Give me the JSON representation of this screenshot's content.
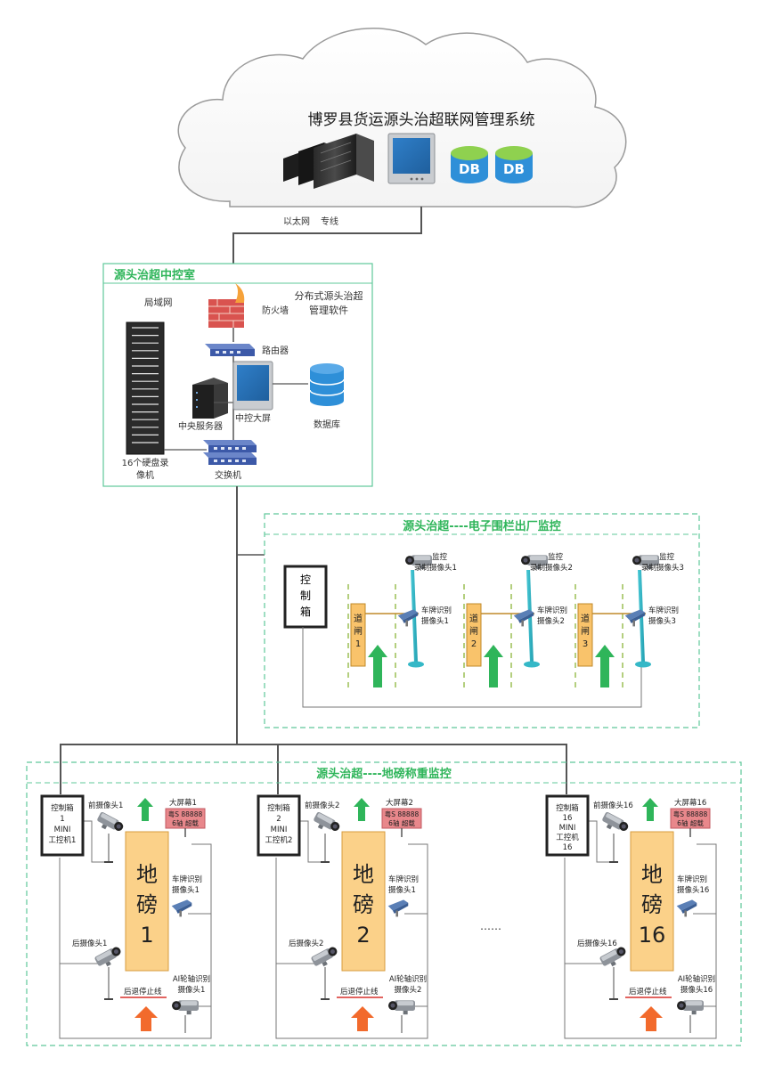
{
  "cloud": {
    "title": "博罗县货运源头治超联网管理系统",
    "db_labels": [
      "DB",
      "DB"
    ],
    "link_label_1": "以太网",
    "link_label_2": "专线"
  },
  "control_room": {
    "title": "源头治超中控室",
    "lan_label": "局域网",
    "software_label_1": "分布式源头治超",
    "software_label_2": "管理软件",
    "firewall_label": "防火墙",
    "router_label": "路由器",
    "central_server_label": "中央服务器",
    "big_screen_label": "中控大屏",
    "database_label": "数据库",
    "nvr_label_1": "16个硬盘录",
    "nvr_label_2": "像机",
    "switch_label": "交换机"
  },
  "fence_section": {
    "title": "源头治超----电子围栏出厂监控",
    "control_box_chars": [
      "控",
      "制",
      "箱"
    ],
    "gates": [
      {
        "chars": [
          "道",
          "闸",
          "1"
        ],
        "monitor_1": "监控",
        "monitor_2": "录制摄像头1",
        "plate_1": "车牌识别",
        "plate_2": "摄像头1"
      },
      {
        "chars": [
          "道",
          "闸",
          "2"
        ],
        "monitor_1": "监控",
        "monitor_2": "录制摄像头2",
        "plate_1": "车牌识别",
        "plate_2": "摄像头2"
      },
      {
        "chars": [
          "道",
          "闸",
          "3"
        ],
        "monitor_1": "监控",
        "monitor_2": "录制摄像头3",
        "plate_1": "车牌识别",
        "plate_2": "摄像头3"
      }
    ]
  },
  "weigh_section": {
    "title": "源头治超----地磅称重监控",
    "ellipsis": "……",
    "stations": [
      {
        "box_lines": [
          "控制箱",
          "1",
          "MINI",
          "工控机1"
        ],
        "front_cam": "前摄像头1",
        "screen_title": "大屏幕1",
        "screen_line_1": "粤S 88888",
        "screen_line_2": "6轴  超载",
        "scale_chars": [
          "地",
          "磅",
          "1"
        ],
        "plate_cam_1": "车牌识别",
        "plate_cam_2": "摄像头1",
        "rear_cam": "后摄像头1",
        "ai_cam_1": "AI轮轴识别",
        "ai_cam_2": "摄像头1",
        "stop_line": "后退停止线"
      },
      {
        "box_lines": [
          "控制箱",
          "2",
          "MINI",
          "工控机2"
        ],
        "front_cam": "前摄像头2",
        "screen_title": "大屏幕2",
        "screen_line_1": "粤S 88888",
        "screen_line_2": "6轴  超载",
        "scale_chars": [
          "地",
          "磅",
          "2"
        ],
        "plate_cam_1": "车牌识别",
        "plate_cam_2": "摄像头1",
        "rear_cam": "后摄像头2",
        "ai_cam_1": "AI轮轴识别",
        "ai_cam_2": "摄像头2",
        "stop_line": "后退停止线"
      },
      {
        "box_lines": [
          "控制箱",
          "16",
          "MINI",
          "工控机",
          "16"
        ],
        "front_cam": "前摄像头16",
        "screen_title": "大屏幕16",
        "screen_line_1": "粤S 88888",
        "screen_line_2": "6轴  超载",
        "scale_chars": [
          "地",
          "磅",
          "16"
        ],
        "plate_cam_1": "车牌识别",
        "plate_cam_2": "摄像头16",
        "rear_cam": "后摄像头16",
        "ai_cam_1": "AI轮轴识别",
        "ai_cam_2": "摄像头16",
        "stop_line": "后退停止线"
      }
    ]
  },
  "colors": {
    "accent_green": "#2fb55a",
    "dash_green": "#5fc89a",
    "gate_orange": "#f9c36b",
    "scale_orange": "#fbd189",
    "screen_red": "#e8878b",
    "arrow_red": "#f26a2c",
    "pole_cyan": "#35b8c7",
    "db_blue": "#2e8fd8"
  }
}
